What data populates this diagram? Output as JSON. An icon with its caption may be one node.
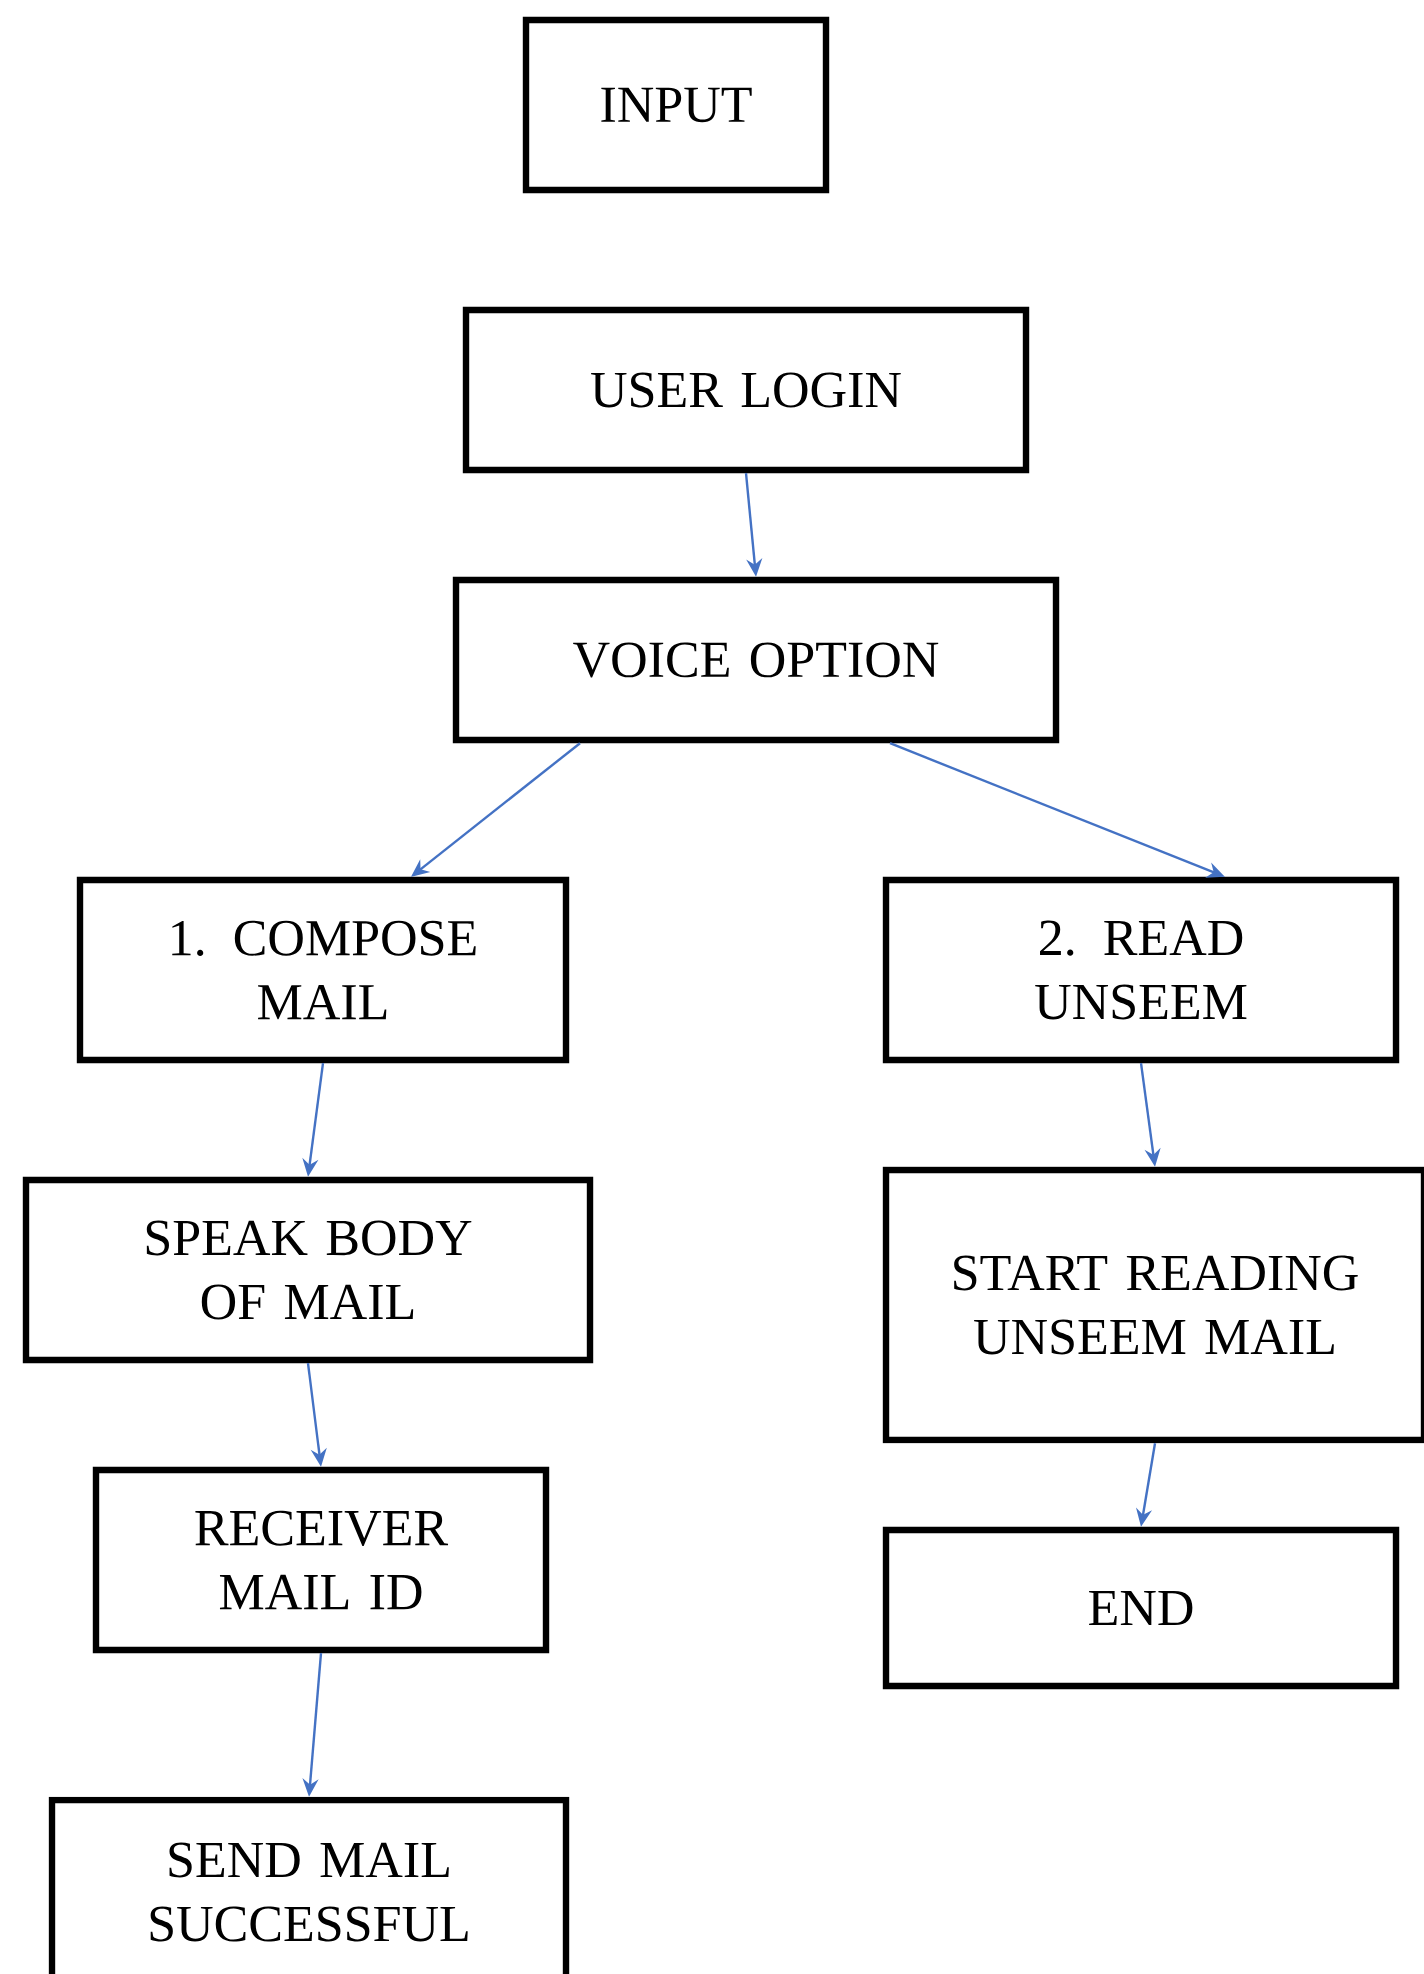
{
  "diagram": {
    "nodes": [
      {
        "text": [
          "INPUT"
        ]
      },
      {
        "text": [
          "USER LOGIN"
        ]
      },
      {
        "text": [
          "VOICE OPTION"
        ]
      },
      {
        "text": [
          "1. COMPOSE MAIL"
        ]
      },
      {
        "text": [
          "SPEAK BODY OF MAIL"
        ]
      },
      {
        "text": [
          "RECEIVER MAIL ID"
        ]
      },
      {
        "text": [
          "SEND MAIL SUCCESSFUL"
        ]
      },
      {
        "text": [
          "2. READ UNSEEM"
        ]
      },
      {
        "text": [
          "START READING UNSEEM MAIL"
        ]
      },
      {
        "text": [
          "END"
        ]
      }
    ],
    "edges": [
      {
        "from": 1,
        "to": 2,
        "arrow": "to"
      },
      {
        "from": 2,
        "to": 3,
        "arrow": "to"
      },
      {
        "from": 2,
        "to": 7,
        "arrow": "to"
      },
      {
        "from": 3,
        "to": 4,
        "arrow": "to"
      },
      {
        "from": 4,
        "to": 5,
        "arrow": "to"
      },
      {
        "from": 5,
        "to": 6,
        "arrow": "to"
      },
      {
        "from": 7,
        "to": 8,
        "arrow": "to"
      },
      {
        "from": 8,
        "to": 9,
        "arrow": "to"
      }
    ]
  }
}
